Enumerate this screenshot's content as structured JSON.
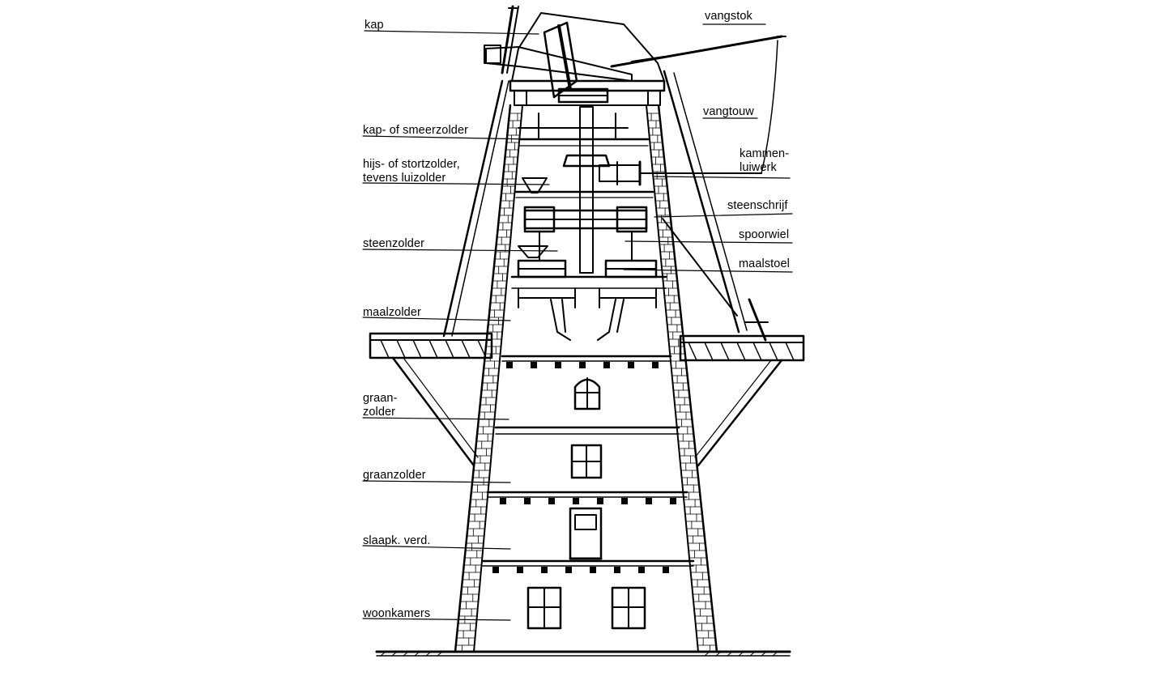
{
  "diagram": {
    "labels_left": {
      "kap": "kap",
      "kapzolder": "kap- of smeerzolder",
      "hijszolder_1": "hijs- of stortzolder,",
      "hijszolder_2": "tevens luizolder",
      "steenzolder": "steenzolder",
      "maalzolder": "maalzolder",
      "graanzolder_split_1": "graan-",
      "graanzolder_split_2": "zolder",
      "graanzolder": "graanzolder",
      "slaapk": "slaapk. verd.",
      "woonkamers": "woonkamers"
    },
    "labels_right": {
      "vangstok": "vangstok",
      "vangtouw": "vangtouw",
      "kammenluiwerk_1": "kammen-",
      "kammenluiwerk_2": "luiwerk",
      "steenschrijf": "steenschrijf",
      "spoorwiel": "spoorwiel",
      "maalstoel": "maalstoel"
    },
    "colors": {
      "ink": "#000000",
      "paper": "#ffffff",
      "brick_fill": "#f2f2f2"
    }
  }
}
